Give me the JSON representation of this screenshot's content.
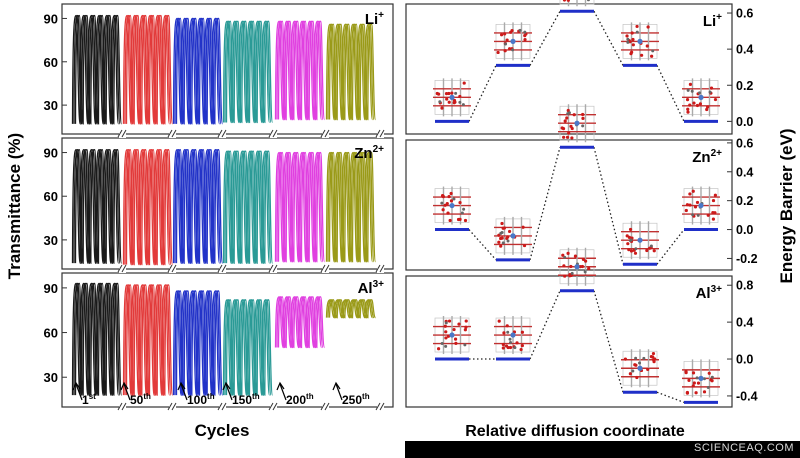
{
  "chart_data": [
    {
      "type": "line",
      "xlabel": "Cycles",
      "ylabel": "Transmittance (%)",
      "yticks": [
        "30",
        "60",
        "90"
      ],
      "ylim": [
        10,
        100
      ],
      "segment_labels": [
        "1st",
        "50th",
        "100th",
        "150th",
        "200th",
        "250th"
      ],
      "colors": [
        "#1a1a1a",
        "#e23a3a",
        "#2233c8",
        "#2a9a96",
        "#e040e0",
        "#9a9a18"
      ],
      "panels": [
        {
          "ion": "Li",
          "charge": "+",
          "series": [
            {
              "cycle": "1st",
              "max": 92,
              "min": 17
            },
            {
              "cycle": "50th",
              "max": 92,
              "min": 17
            },
            {
              "cycle": "100th",
              "max": 90,
              "min": 17
            },
            {
              "cycle": "150th",
              "max": 88,
              "min": 18
            },
            {
              "cycle": "200th",
              "max": 88,
              "min": 20
            },
            {
              "cycle": "250th",
              "max": 86,
              "min": 20
            }
          ]
        },
        {
          "ion": "Zn",
          "charge": "2+",
          "series": [
            {
              "cycle": "1st",
              "max": 92,
              "min": 14
            },
            {
              "cycle": "50th",
              "max": 92,
              "min": 13
            },
            {
              "cycle": "100th",
              "max": 92,
              "min": 14
            },
            {
              "cycle": "150th",
              "max": 91,
              "min": 14
            },
            {
              "cycle": "200th",
              "max": 90,
              "min": 15
            },
            {
              "cycle": "250th",
              "max": 90,
              "min": 15
            }
          ]
        },
        {
          "ion": "Al",
          "charge": "3+",
          "series": [
            {
              "cycle": "1st",
              "max": 93,
              "min": 18
            },
            {
              "cycle": "50th",
              "max": 92,
              "min": 18
            },
            {
              "cycle": "100th",
              "max": 88,
              "min": 18
            },
            {
              "cycle": "150th",
              "max": 82,
              "min": 18
            },
            {
              "cycle": "200th",
              "max": 84,
              "min": 50
            },
            {
              "cycle": "250th",
              "max": 82,
              "min": 70
            }
          ]
        }
      ]
    },
    {
      "type": "line",
      "xlabel": "Relative diffusion coordinate",
      "ylabel": "Energy Barrier (eV)",
      "panels": [
        {
          "ion": "Li",
          "charge": "+",
          "ylim": [
            -0.07,
            0.65
          ],
          "yticks": [
            "0.0",
            "0.2",
            "0.4",
            "0.6"
          ],
          "tick_values": [
            0,
            0.2,
            0.4,
            0.6
          ],
          "values": [
            0.0,
            0.31,
            0.61,
            0.31,
            0.0
          ]
        },
        {
          "ion": "Zn",
          "charge": "2+",
          "ylim": [
            -0.28,
            0.62
          ],
          "yticks": [
            "-0.2",
            "0.0",
            "0.2",
            "0.4",
            "0.6"
          ],
          "tick_values": [
            -0.2,
            0,
            0.2,
            0.4,
            0.6
          ],
          "values": [
            0.0,
            -0.21,
            0.57,
            -0.24,
            0.0
          ]
        },
        {
          "ion": "Al",
          "charge": "3+",
          "ylim": [
            -0.52,
            0.9
          ],
          "yticks": [
            "-0.4",
            "0.0",
            "0.4",
            "0.8"
          ],
          "tick_values": [
            -0.4,
            0,
            0.4,
            0.8
          ],
          "values": [
            0.0,
            0.0,
            0.74,
            -0.36,
            -0.47
          ]
        }
      ]
    }
  ],
  "watermark": "SCIENCEAQ.COM"
}
